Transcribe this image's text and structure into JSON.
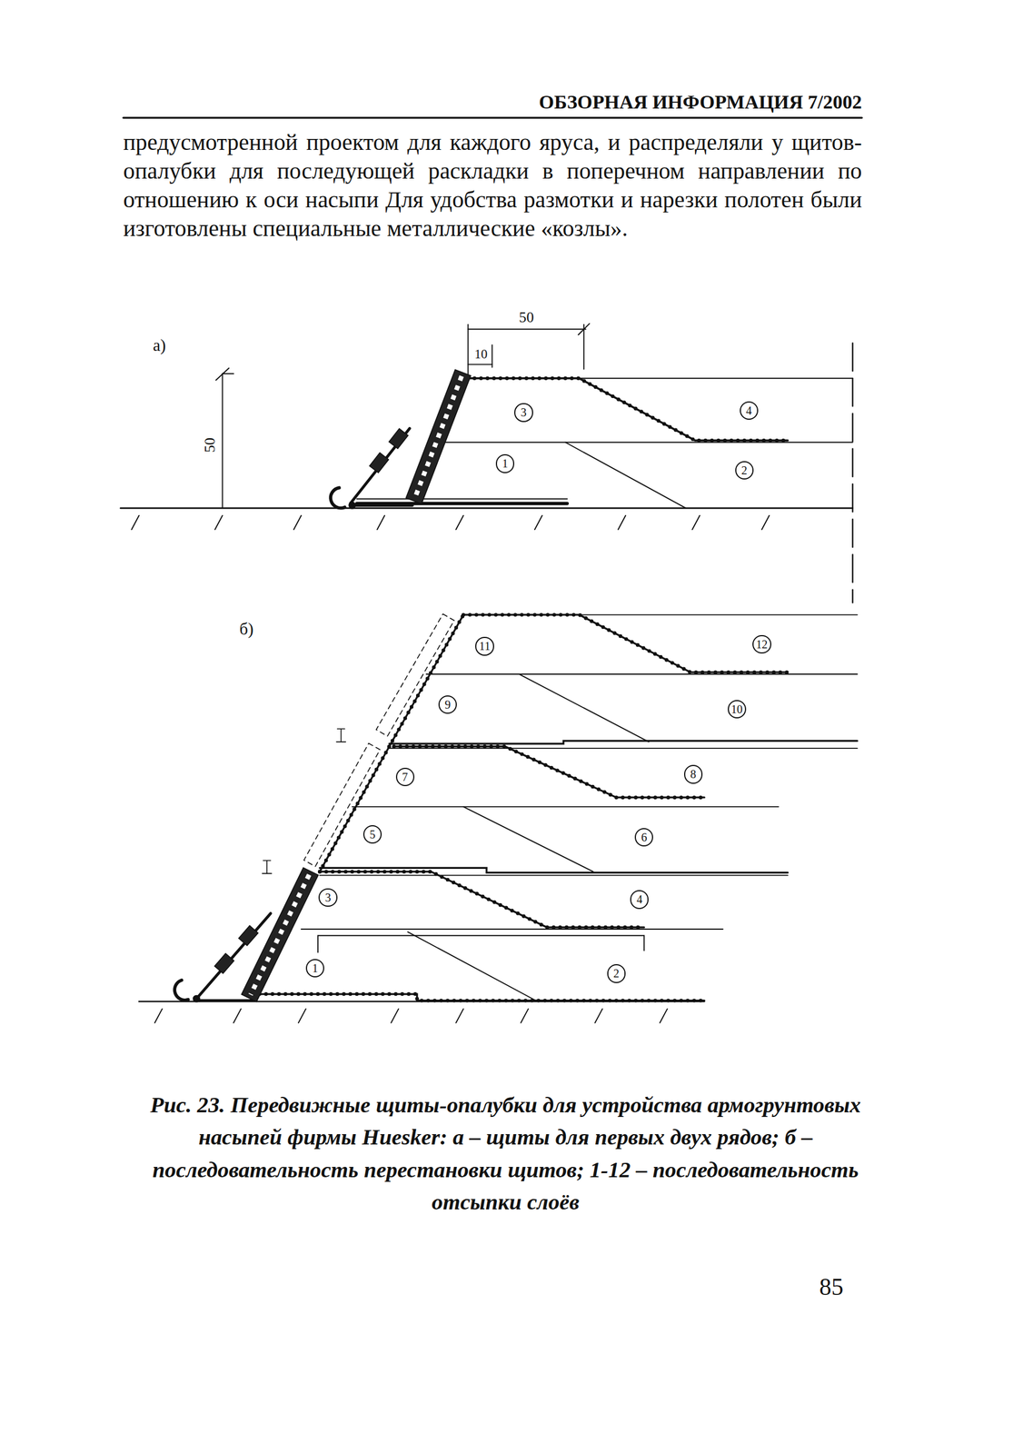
{
  "diagram": {
    "caption": "Рис. 23. Передвижные щиты-опалубки для устройства армогрунтовых насыпей фирмы Huesker: а – щиты для первых двух рядов; б – последовательность перестановки щитов; 1-12 – последовательность отсыпки слоёв",
    "nodes": [
      {
        "text": [
          "3"
        ]
      },
      {
        "text": [
          "4"
        ]
      },
      {
        "text": [
          "1"
        ]
      },
      {
        "text": [
          "2"
        ]
      },
      {
        "text": [
          "11"
        ]
      },
      {
        "text": [
          "12"
        ]
      },
      {
        "text": [
          "9"
        ]
      },
      {
        "text": [
          "10"
        ]
      },
      {
        "text": [
          "7"
        ]
      },
      {
        "text": [
          "8"
        ]
      },
      {
        "text": [
          "5"
        ]
      },
      {
        "text": [
          "6"
        ]
      },
      {
        "text": [
          "3"
        ]
      },
      {
        "text": [
          "4"
        ]
      },
      {
        "text": [
          "1"
        ]
      },
      {
        "text": [
          "2"
        ]
      }
    ],
    "labels": [
      "ОБЗОРНАЯ ИНФОРМАЦИЯ 7/2002",
      "предусмотренной проектом для каждого яруса, и распределяли у щитов-опалубки для последующей раскладки в поперечном направлении по отношению к оси насыпи Для удобства размотки и нарезки полотен были изготовлены специальные металлические «козлы».",
      "а)",
      "50",
      "10",
      "50",
      "б)",
      "85"
    ]
  }
}
